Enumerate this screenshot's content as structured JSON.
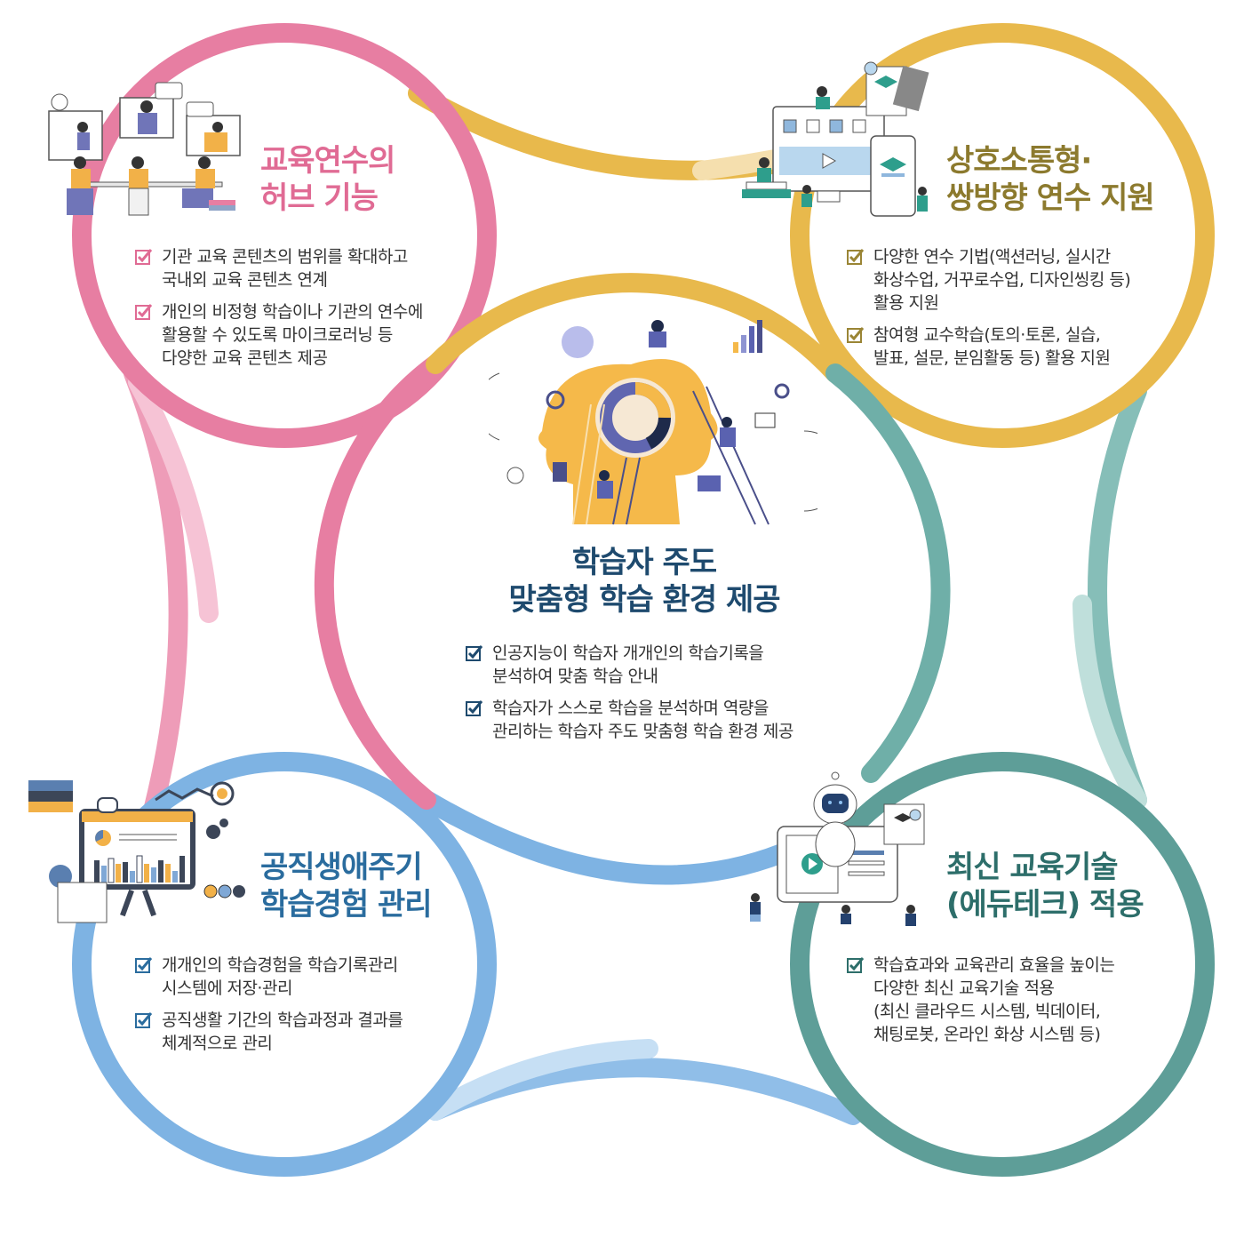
{
  "colors": {
    "pink": "#E77EA2",
    "pink_light": "#F6C3D5",
    "gold": "#E8B94C",
    "gold_light": "#F5DFAE",
    "teal": "#6FAFA8",
    "teal_light": "#BFDFDB",
    "blue": "#7EB3E3",
    "blue_light": "#C6DFF4",
    "title_pink": "#E06B94",
    "title_gold": "#8C7A2E",
    "title_navy": "#1E4A6E",
    "title_blue": "#2A6C9E",
    "title_teal": "#2D6E6A",
    "text": "#333333"
  },
  "center": {
    "title_lines": [
      "학습자 주도",
      "맞춤형 학습 환경 제공"
    ],
    "bullets": [
      {
        "lines": [
          "인공지능이 학습자 개개인의 학습기록을",
          "분석하여 맞춤 학습 안내"
        ]
      },
      {
        "lines": [
          "학습자가 스스로 학습을 분석하며 역량을",
          "관리하는 학습자 주도 맞춤형 학습 환경 제공"
        ]
      }
    ],
    "illustration": "head-with-ladders-learning-illustration"
  },
  "top_left": {
    "title_lines": [
      "교육연수의",
      "허브 기능"
    ],
    "bullets": [
      {
        "lines": [
          "기관 교육 콘텐츠의 범위를 확대하고",
          "국내외 교육 콘텐츠 연계"
        ]
      },
      {
        "lines": [
          "개인의 비정형 학습이나 기관의 연수에",
          "활용할 수 있도록 마이크로러닝 등",
          "다양한 교육 콘텐츠 제공"
        ]
      }
    ],
    "illustration": "online-meeting-team-illustration"
  },
  "top_right": {
    "title_lines": [
      "상호소통형·",
      "쌍방향 연수 지원"
    ],
    "bullets": [
      {
        "lines": [
          "다양한 연수 기법(액션러닝, 실시간",
          "화상수업, 거꾸로수업, 디자인씽킹 등)",
          "활용 지원"
        ]
      },
      {
        "lines": [
          "참여형 교수학습(토의·토론, 실습,",
          "발표, 설문, 분임활동 등) 활용 지원"
        ]
      }
    ],
    "illustration": "monitor-and-mobile-interactive-illustration"
  },
  "bottom_left": {
    "title_lines": [
      "공직생애주기",
      "학습경험 관리"
    ],
    "bullets": [
      {
        "lines": [
          "개개인의 학습경험을 학습기록관리",
          "시스템에 저장·관리"
        ]
      },
      {
        "lines": [
          "공직생활 기간의 학습과정과 결과를",
          "체계적으로 관리"
        ]
      }
    ],
    "illustration": "analytics-presentation-board-illustration"
  },
  "bottom_right": {
    "title_lines": [
      "최신 교육기술",
      "(에듀테크) 적용"
    ],
    "bullets": [
      {
        "lines": [
          "학습효과와 교육관리 효율을 높이는",
          "다양한 최신 교육기술 적용",
          "(최신 클라우드 시스템, 빅데이터,",
          "채팅로봇, 온라인 화상 시스템 등)"
        ]
      }
    ],
    "illustration": "robot-tablet-edutech-illustration"
  }
}
